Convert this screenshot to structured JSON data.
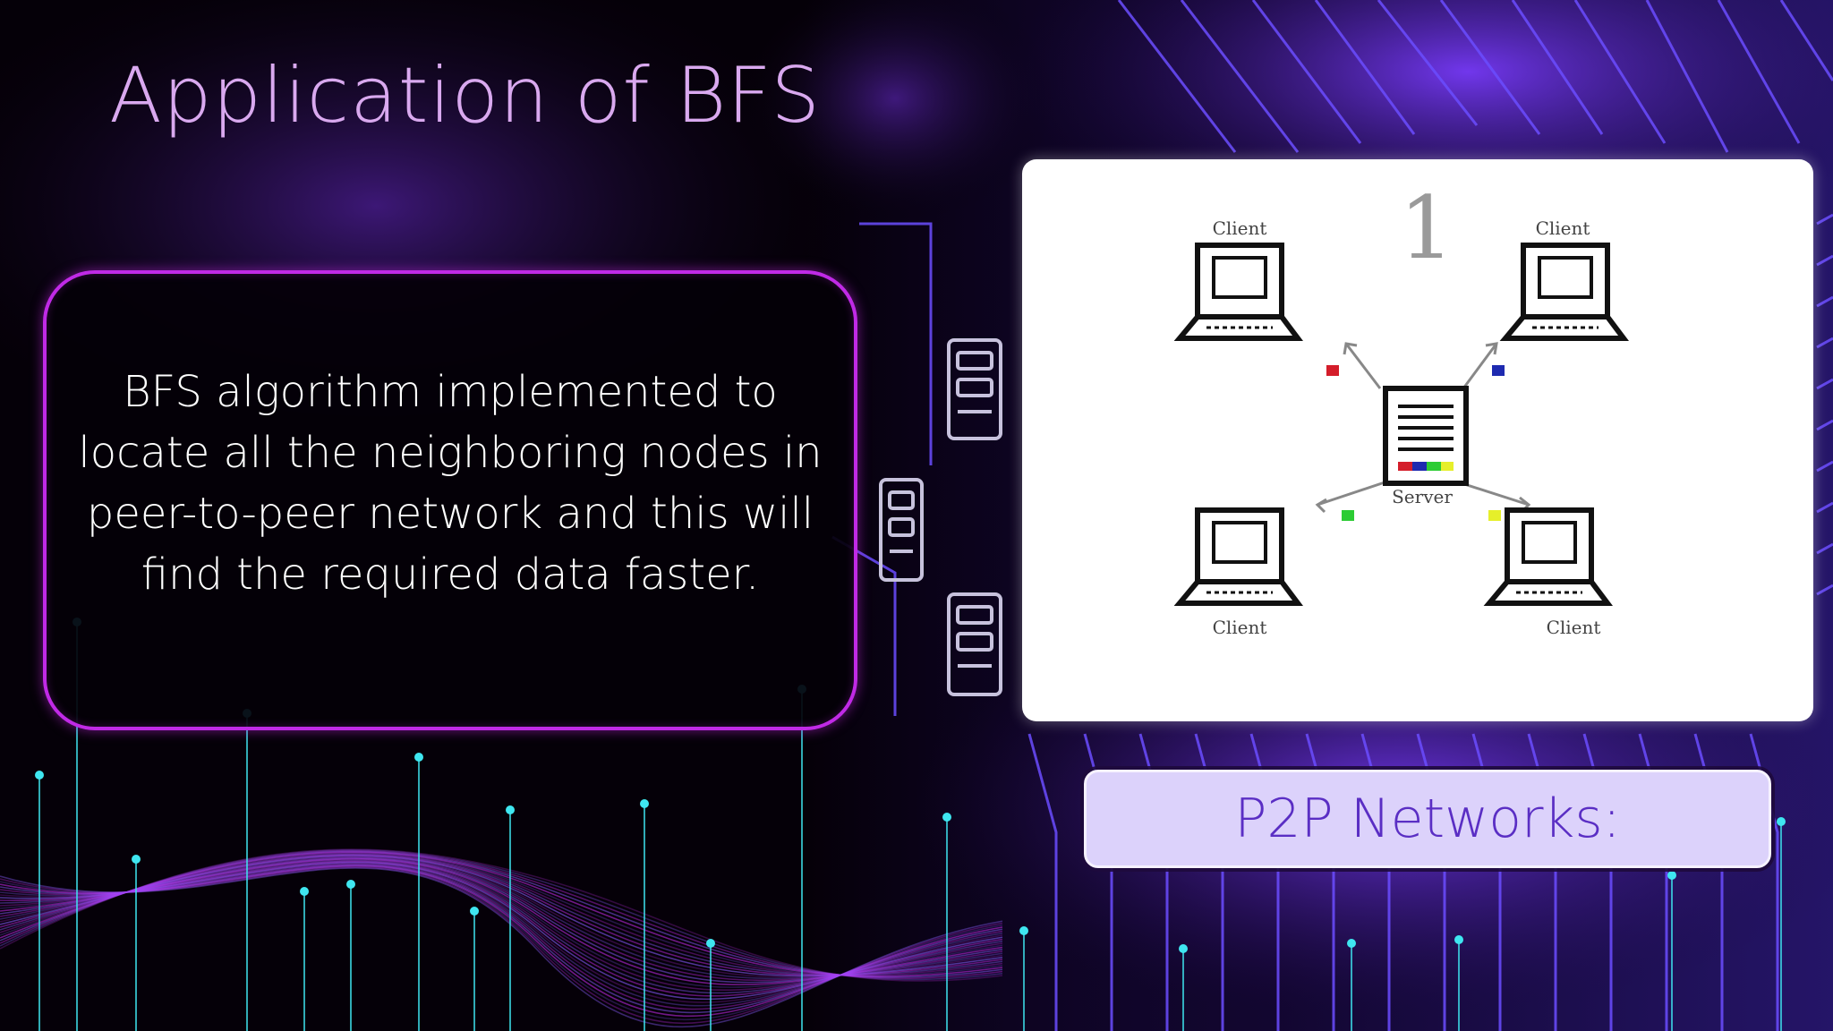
{
  "slide": {
    "title": "Application of BFS",
    "body_text": "BFS algorithm implemented to locate all the neighboring nodes in peer-to-peer network and this will find the required data faster.",
    "caption": "P2P Networks:"
  },
  "diagram": {
    "number": "1",
    "client_labels": [
      "Client",
      "Client",
      "Client",
      "Client"
    ],
    "server_label": "Server",
    "port_colors": [
      "#d41d2a",
      "#1e2ab0",
      "#2ccc34",
      "#e6ef2a"
    ]
  },
  "colors": {
    "title": "#d9a9ef",
    "box_border": "#c02ae6",
    "caption_bg": "#dcd2fb",
    "caption_text": "#5a2ec4",
    "accent_cyan": "#3fe6f0",
    "circuit": "#6b4dff"
  }
}
